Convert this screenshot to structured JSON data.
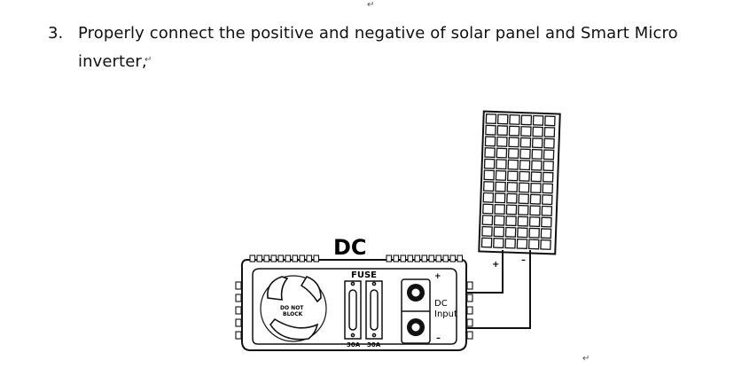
{
  "document": {
    "step_number": "3.",
    "step_text": "Properly connect the positive and negative of solar panel and Smart Micro inverter,",
    "paragraph_mark": "↵"
  },
  "diagram": {
    "title": "DC",
    "fuse_label": "FUSE",
    "fuse_ratings": [
      "30A",
      "30A"
    ],
    "vent_label_line1": "DO NOT",
    "vent_label_line2": "BLOCK",
    "dc_input_line1": "DC",
    "dc_input_line2": "Input",
    "inverter_plus": "+",
    "inverter_minus": "–",
    "panel_plus": "+",
    "panel_minus": "–"
  },
  "colors": {
    "ink": "#111111",
    "paper": "#ffffff"
  }
}
